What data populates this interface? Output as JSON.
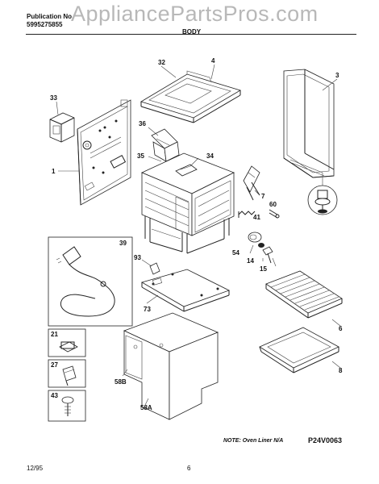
{
  "header": {
    "publication_label": "Publication No.",
    "publication_number": "5995275855",
    "section": "BODY",
    "watermark": "AppliancePartsPros.com"
  },
  "callouts": {
    "c1": "1",
    "c3": "3",
    "c4": "4",
    "c6": "6",
    "c7": "7",
    "c8": "8",
    "c14": "14",
    "c15": "15",
    "c21": "21",
    "c27": "27",
    "c32": "32",
    "c33": "33",
    "c34": "34",
    "c35": "35",
    "c36": "36",
    "c39": "39",
    "c41": "41",
    "c43": "43",
    "c54": "54",
    "c58A": "58A",
    "c58B": "58B",
    "c60": "60",
    "c73": "73",
    "c93": "93"
  },
  "note": "NOTE: Oven Liner N/A",
  "diagram_code": "P24V0063",
  "footer": {
    "date": "12/95",
    "page": "6"
  }
}
